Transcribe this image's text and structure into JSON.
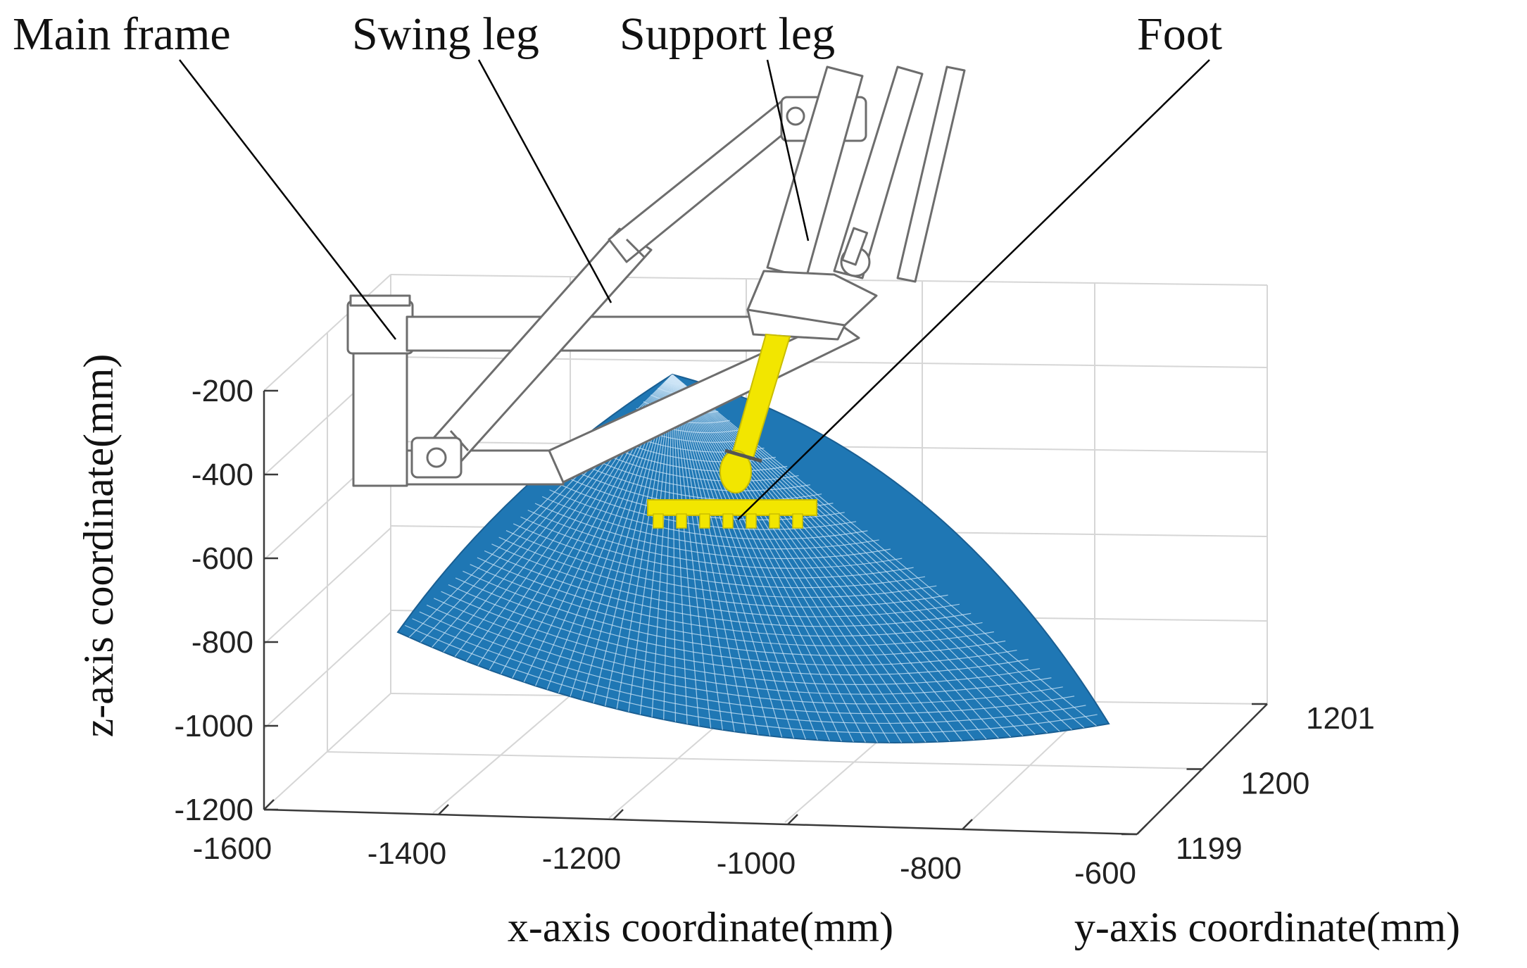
{
  "chart_data": {
    "type": "surface3d",
    "surface_color": "#1f77b4",
    "foot_color": "#f2e600",
    "x_axis": {
      "label": "x-axis coordinate(mm)",
      "ticks": [
        -1600,
        -1400,
        -1200,
        -1000,
        -800,
        -600
      ],
      "range": [
        -1600,
        -600
      ]
    },
    "y_axis": {
      "label": "y-axis coordinate(mm)",
      "ticks": [
        1199,
        1200,
        1201
      ],
      "range": [
        1199,
        1201
      ]
    },
    "z_axis": {
      "label": "z-axis coordinate(mm)",
      "ticks": [
        -200,
        -400,
        -600,
        -800,
        -1000,
        -1200
      ],
      "range": [
        -1200,
        -200
      ]
    },
    "annotations": [
      "Main frame",
      "Swing leg",
      "Support leg",
      "Foot"
    ],
    "workspace_surface": {
      "description_x_extent": [
        -1460,
        -640
      ],
      "z_extent": [
        -1025,
        -165
      ],
      "y_value": 1200,
      "mesh_rows": 38,
      "mesh_cols": 60
    }
  }
}
